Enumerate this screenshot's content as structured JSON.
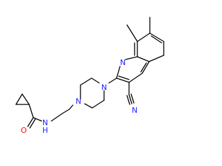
{
  "colors": {
    "bond": "#000000",
    "nitrogen": "#2020ff",
    "oxygen": "#ff0d0d"
  },
  "atoms": {
    "O": "O",
    "NH": "N",
    "H": "H",
    "N_piperazine_1": "N",
    "N_piperazine_2": "N",
    "N_quinoline": "N",
    "N_nitrile": "N"
  }
}
